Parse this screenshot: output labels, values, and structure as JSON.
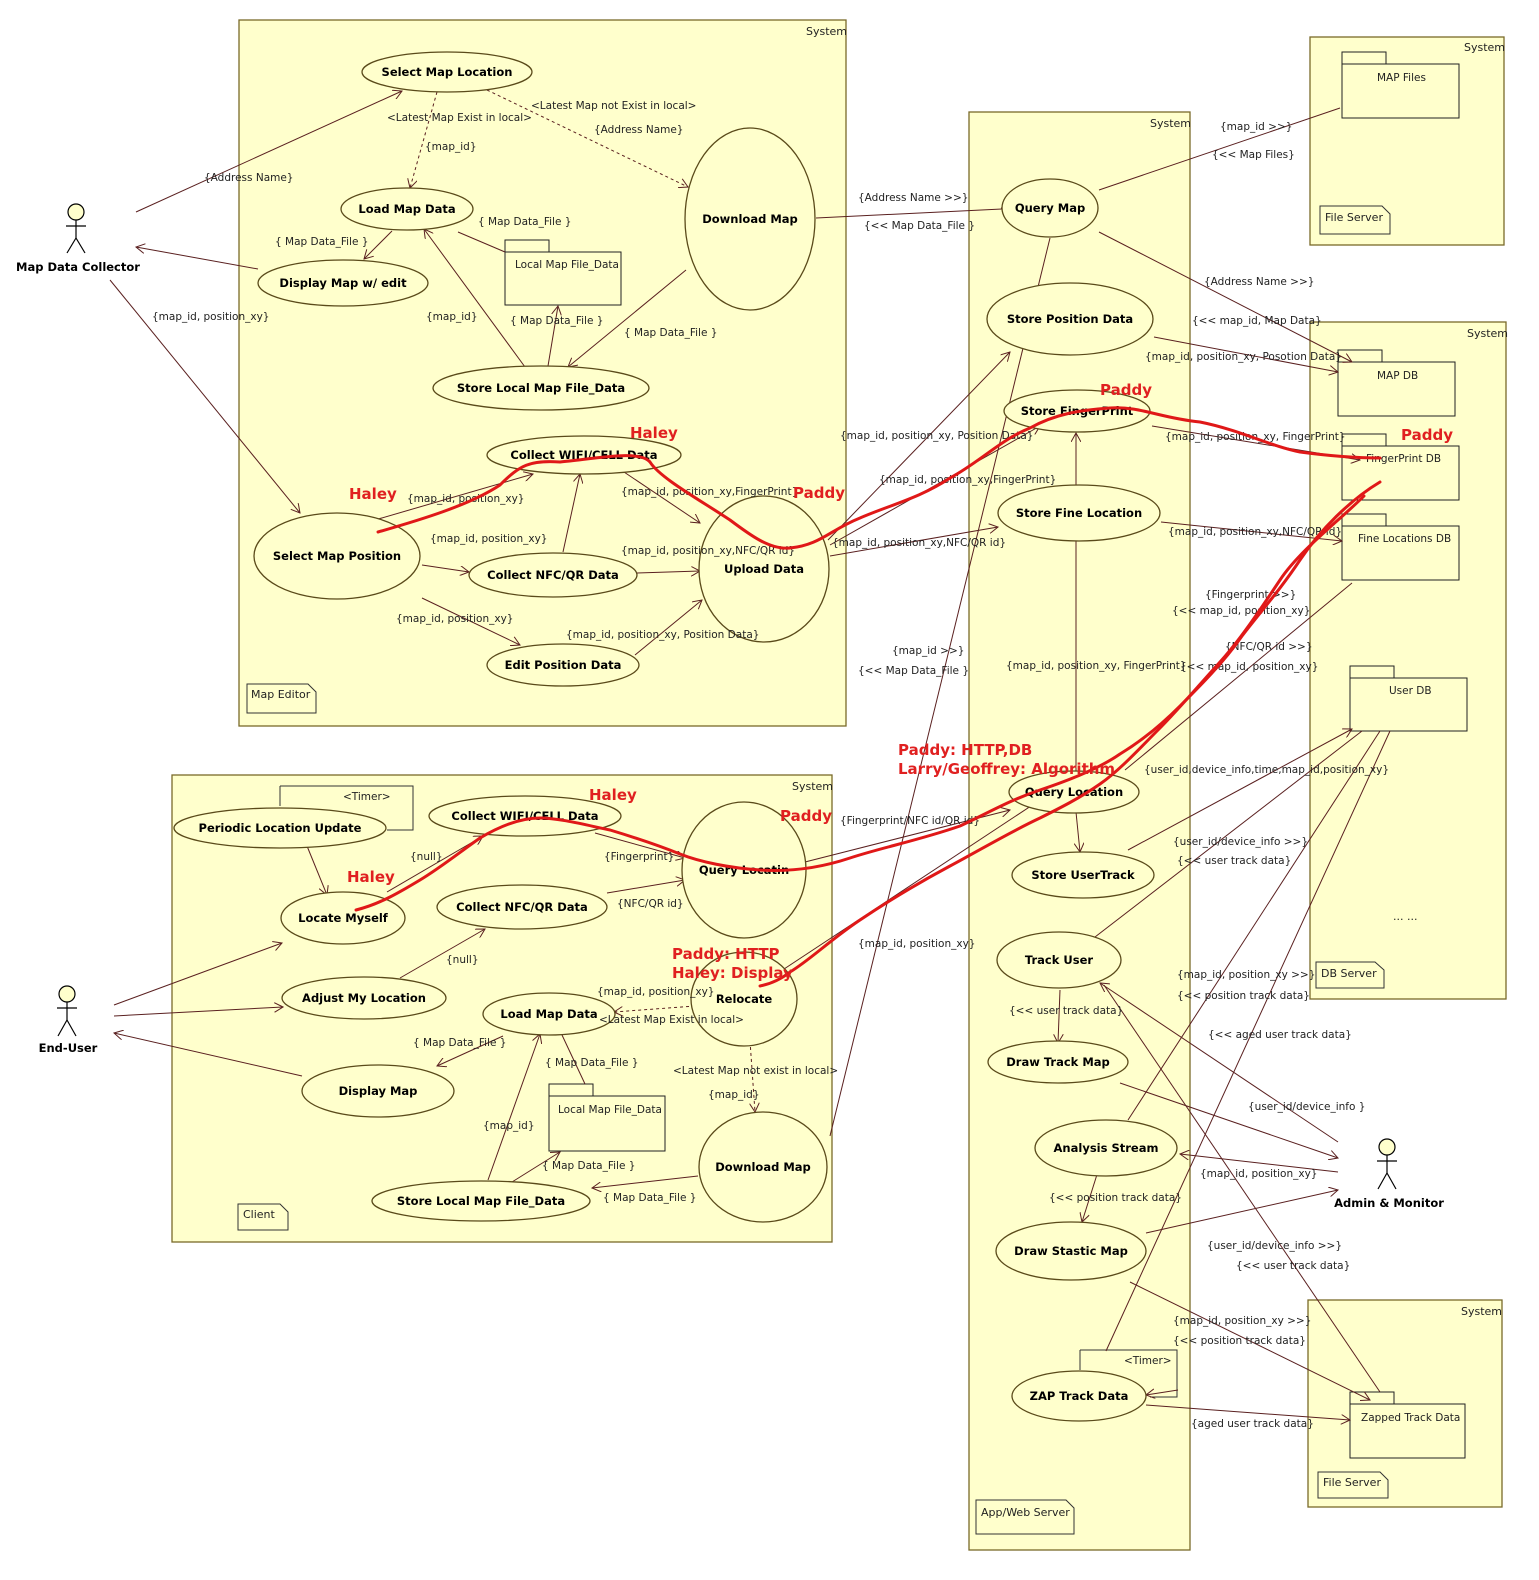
{
  "actors": {
    "collector": "Map Data Collector",
    "enduser": "End-User",
    "admin": "Admin & Monitor"
  },
  "systems": {
    "system_label": "System",
    "map_editor": "Map Editor",
    "client": "Client",
    "app_server": "App/Web Server",
    "file_server": "File Server",
    "db_server": "DB Server",
    "ellipsis": "... ..."
  },
  "usecases": {
    "select_map_location": "Select Map Location",
    "load_map_data": "Load Map Data",
    "display_map_edit": "Display Map w/ edit",
    "download_map": "Download Map",
    "store_local_map": "Store Local Map File_Data",
    "collect_wifi": "Collect WIFI/CELL Data",
    "select_map_position": "Select Map Position",
    "collect_nfc": "Collect NFC/QR Data",
    "upload_data": "Upload Data",
    "edit_position": "Edit Position Data",
    "periodic_update": "Periodic Location Update",
    "locate_myself": "Locate Myself",
    "adjust_location": "Adjust My Location",
    "display_map": "Display Map",
    "query_location_client": "Query Locatin",
    "relocate": "Relocate",
    "query_map": "Query Map",
    "store_position": "Store Position Data",
    "store_fingerprint": "Store FingerPrint",
    "store_fine": "Store Fine Location",
    "query_location": "Query Location",
    "store_usertrack": "Store UserTrack",
    "track_user": "Track User",
    "draw_track": "Draw Track Map",
    "analysis_stream": "Analysis Stream",
    "draw_stastic": "Draw Stastic Map",
    "zap_track": "ZAP Track Data"
  },
  "packages": {
    "local_map_file": "Local Map File_Data",
    "map_files": "MAP Files",
    "map_db": "MAP DB",
    "fingerprint_db": "FingerPrint DB",
    "fine_locations_db": "Fine Locations DB",
    "user_db": "User DB",
    "zapped": "Zapped Track Data",
    "timer": "<Timer>"
  },
  "labels": {
    "l_addr_name": "{Address Name}",
    "l_latest_exist": "<Latest Map Exist in local>",
    "l_latest_not_exist": "<Latest Map not Exist in local>",
    "l_map_id": "{map_id}",
    "l_addr_name2": "{Address Name}",
    "l_mdf1": "{ Map Data_File }",
    "l_mdf2": "{ Map Data_File }",
    "l_map_id2": "{map_id}",
    "l_mdf3": "{ Map Data_File }",
    "l_mdf4": "{ Map Data_File }",
    "l_mid_pos_coll": "{map_id, position_xy}",
    "l_mid_pos1": "{map_id, position_xy}",
    "l_mid_pos2": "{map_id, position_xy}",
    "l_mid_pos3": "{map_id, position_xy}",
    "l_mid_fp": "{map_id, position_xy,FingerPrint}",
    "l_mid_nfc": "{map_id, position_xy,NFC/QR id}",
    "l_mid_posdata": "{map_id, position_xy, Position Data}",
    "l_addr_out": "{Address Name >>}",
    "l_mdf_in": "{<< Map Data_File }",
    "l_up_posdata": "{map_id, position_xy, Position Data}",
    "l_up_fp": "{map_id, position_xy,FingerPrint}",
    "l_up_nfc": "{map_id, position_xy,NFC/QR id}",
    "l_mapid_out": "{map_id >>}",
    "l_mapfiles_in": "{<< Map Files}",
    "l_addr_out2": "{Address Name >>}",
    "l_mapdata_in": "{<< map_id, Map Data}",
    "l_posdata_db": "{map_id, position_xy, Posotion Data}",
    "l_fp_db": "{map_id, position_xy, FingerPrint}",
    "l_nfc_db": "{map_id, position_xy,NFC/QR id}",
    "l_fp_out": "{Fingerprint >>}",
    "l_mid_pos_in": "{<< map_id, position_xy}",
    "l_nfc_out": "{NFC/QR id >>}",
    "l_mid_pos_in2": "{<< map_id, position_xy}",
    "l_mid_pos_fp": "{map_id, position_xy, FingerPrint}",
    "l_mapid_out2": "{map_id >>}",
    "l_mdf_in2": "{<< Map Data_File }",
    "l_userdb": "{user_id,device_info,time,map_id,position_xy}",
    "l_fp_nfc": "{Fingerprint/NFC id/QR id}",
    "l_fingerprint": "{Fingerprint}",
    "l_null1": "{null}",
    "l_nfcqr": "{NFC/QR id}",
    "l_null2": "{null}",
    "l_timer_client": "<Timer>",
    "l_mid_pos_cl": "{map_id, position_xy}",
    "l_latest_exist_cl": "<Latest Map Exist in local>",
    "l_latest_not_cl": "<Latest Map not exist in local>",
    "l_map_id_cl": "{map_id}",
    "l_mdf_cl1": "{ Map Data_File }",
    "l_mdf_cl2": "{ Map Data_File }",
    "l_map_id_cl2": "{map_id}",
    "l_mdf_cl3": "{ Map Data_File }",
    "l_mdf_cl4": "{ Map Data_File }",
    "l_mid_pos_srv": "{map_id, position_xy}",
    "l_user_dev_out": "{user_id/device_info >>}",
    "l_user_track_in": "{<< user track data}",
    "l_user_track_in2": "{<< user track data}",
    "l_mid_pos_out": "{map_id, position_xy >>}",
    "l_pos_track_in": "{<< position track data}",
    "l_aged_in": "{<< aged user track data}",
    "l_user_dev": "{user_id/device_info }",
    "l_mid_pos_adm": "{map_id, position_xy}",
    "l_pos_track_in2": "{<< position track data}",
    "l_user_dev_out2": "{user_id/device_info >>}",
    "l_user_track_in3": "{<< user track data}",
    "l_mid_pos_out2": "{map_id, position_xy >>}",
    "l_pos_track_in3": "{<< position track data}",
    "l_aged": "{aged user track data}"
  },
  "annotations": {
    "haley1": "Haley",
    "haley2": "Haley",
    "haley3": "Haley",
    "haley4": "Haley",
    "paddy1": "Paddy",
    "paddy2": "Paddy",
    "paddy3": "Paddy",
    "paddy4": "Paddy",
    "paddy_http_db": "Paddy: HTTP,DB",
    "larry": "Larry/Geoffrey: Algorithm",
    "paddy_http": "Paddy: HTTP",
    "haley_display": "Haley: Display"
  }
}
